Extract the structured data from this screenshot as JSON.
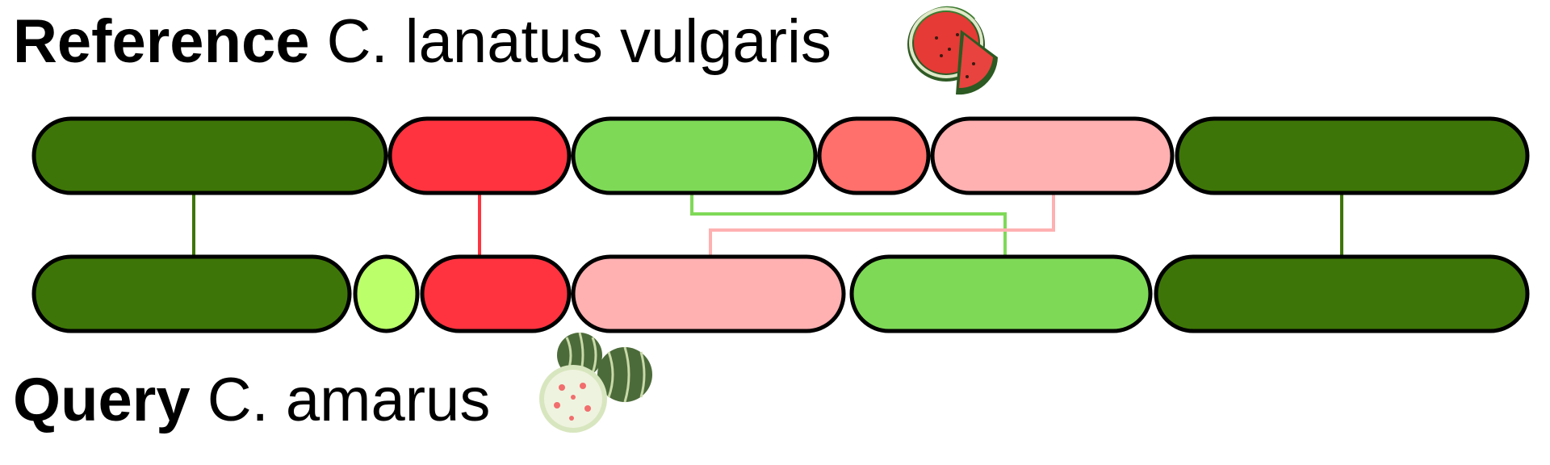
{
  "reference": {
    "bold_label": "Reference",
    "species_label": "C. lanatus vulgaris",
    "icon": "sliced-watermelon-icon"
  },
  "query": {
    "bold_label": "Query",
    "species_label": "C. amarus",
    "icon": "round-melons-icon"
  },
  "colors": {
    "dark_green": "#3e7508",
    "light_green": "#7ed957",
    "lime": "#bbff6a",
    "red": "#ff333f",
    "salmon": "#ff6f6b",
    "pink": "#ffb0b1",
    "outline": "#000000"
  },
  "reference_blocks": [
    {
      "id": "ref-dark-green-1",
      "color": "dark_green"
    },
    {
      "id": "ref-red",
      "color": "red"
    },
    {
      "id": "ref-light-green",
      "color": "light_green"
    },
    {
      "id": "ref-salmon",
      "color": "salmon"
    },
    {
      "id": "ref-pink",
      "color": "pink"
    },
    {
      "id": "ref-dark-green-2",
      "color": "dark_green"
    }
  ],
  "query_blocks": [
    {
      "id": "query-dark-green-1",
      "color": "dark_green"
    },
    {
      "id": "query-lime",
      "color": "lime"
    },
    {
      "id": "query-red",
      "color": "red"
    },
    {
      "id": "query-pink",
      "color": "pink"
    },
    {
      "id": "query-light-green",
      "color": "light_green"
    },
    {
      "id": "query-dark-green-2",
      "color": "dark_green"
    }
  ],
  "links": [
    {
      "from": "ref-dark-green-1",
      "to": "query-dark-green-1",
      "color": "dark_green"
    },
    {
      "from": "ref-red",
      "to": "query-red",
      "color": "red"
    },
    {
      "from": "ref-light-green",
      "to": "query-light-green",
      "color": "light_green"
    },
    {
      "from": "ref-pink",
      "to": "query-pink",
      "color": "pink"
    },
    {
      "from": "ref-dark-green-2",
      "to": "query-dark-green-2",
      "color": "dark_green"
    }
  ]
}
